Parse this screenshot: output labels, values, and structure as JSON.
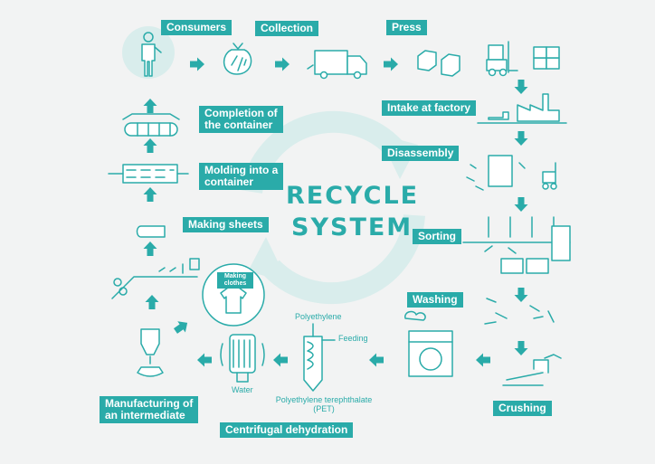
{
  "diagram": {
    "title_line1": "RECYCLE",
    "title_line2": "SYSTEM",
    "steps": {
      "consumers": "Consumers",
      "collection": "Collection",
      "press": "Press",
      "intake": "Intake at factory",
      "disassembly": "Disassembly",
      "sorting": "Sorting",
      "washing": "Washing",
      "crushing": "Crushing",
      "centrifugal": "Centrifugal dehydration",
      "intermediate_line1": "Manufacturing of",
      "intermediate_line2": "an intermediate",
      "sheets": "Making sheets",
      "molding_line1": "Molding into a",
      "molding_line2": "container",
      "completion_line1": "Completion of",
      "completion_line2": "the container"
    },
    "sub_labels": {
      "polyethylene": "Polyethylene",
      "feeding": "Feeding",
      "water": "Water",
      "pet_line1": "Polyethylene terephthalate",
      "pet_line2": "(PET)",
      "clothes_line1": "Making",
      "clothes_line2": "clothes"
    },
    "colors": {
      "accent": "#2aaba9",
      "background": "#f2f3f3",
      "circle": "#d9edec"
    },
    "icons": [
      "person-icon",
      "bag-icon",
      "truck-icon",
      "cubes-icon",
      "forklift-icon",
      "factory-icon",
      "disassembly-icon",
      "sorting-icon",
      "washing-icon",
      "crushing-icon",
      "washing-machine-icon",
      "reactor-icon",
      "dehydrator-icon",
      "hopper-icon",
      "shirt-icon",
      "sheet-roll-icon",
      "mold-icon",
      "container-icon",
      "recycle-arrows-icon"
    ]
  }
}
